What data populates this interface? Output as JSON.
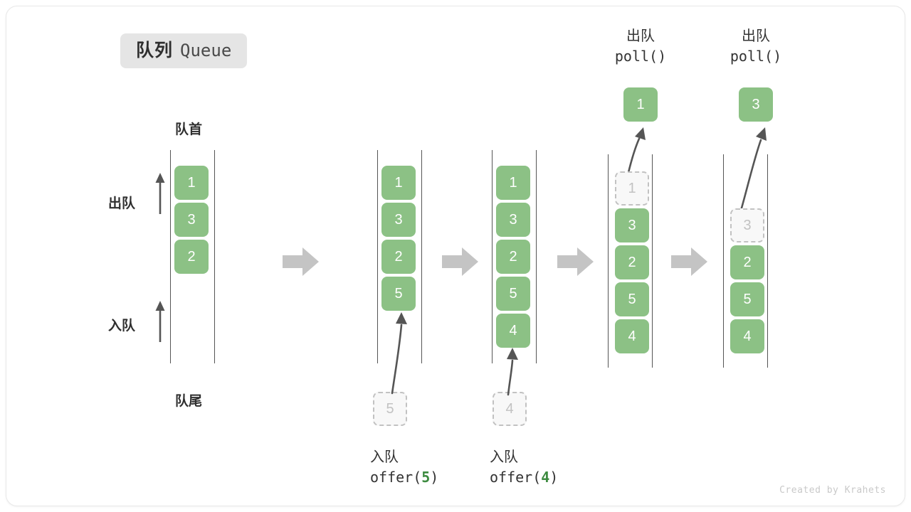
{
  "title": {
    "cn": "队列",
    "en": "Queue"
  },
  "labels": {
    "head": "队首",
    "tail": "队尾",
    "dequeue": "出队",
    "enqueue": "入队"
  },
  "footer": "Created by Krahets",
  "colors": {
    "item_fill": "#8cc185",
    "item_text": "#ffffff",
    "ghost_fill": "#f8f8f8",
    "ghost_border": "#c2c2c2",
    "ghost_text": "#c2c2c2",
    "rail": "#555555",
    "arrow": "#555555",
    "block_arrow": "#c4c4c4",
    "badge_bg": "#e5e5e5",
    "accent_num": "#3d8b40",
    "text": "#333333"
  },
  "panels": [
    {
      "id": "initial",
      "top_caption": null,
      "popped": null,
      "slots": [
        {
          "value": "1",
          "state": "filled"
        },
        {
          "value": "3",
          "state": "filled"
        },
        {
          "value": "2",
          "state": "filled"
        },
        {
          "value": "",
          "state": "empty"
        },
        {
          "value": "",
          "state": "empty"
        }
      ],
      "incoming": null,
      "bottom_caption": null
    },
    {
      "id": "offer-5",
      "top_caption": null,
      "popped": null,
      "slots": [
        {
          "value": "1",
          "state": "filled"
        },
        {
          "value": "3",
          "state": "filled"
        },
        {
          "value": "2",
          "state": "filled"
        },
        {
          "value": "5",
          "state": "filled"
        },
        {
          "value": "",
          "state": "empty"
        }
      ],
      "incoming": {
        "value": "5"
      },
      "bottom_caption": {
        "cn": "入队",
        "op": "offer(",
        "num": "5",
        "close": ")"
      }
    },
    {
      "id": "offer-4",
      "top_caption": null,
      "popped": null,
      "slots": [
        {
          "value": "1",
          "state": "filled"
        },
        {
          "value": "3",
          "state": "filled"
        },
        {
          "value": "2",
          "state": "filled"
        },
        {
          "value": "5",
          "state": "filled"
        },
        {
          "value": "4",
          "state": "filled"
        }
      ],
      "incoming": {
        "value": "4"
      },
      "bottom_caption": {
        "cn": "入队",
        "op": "offer(",
        "num": "4",
        "close": ")"
      }
    },
    {
      "id": "poll-1",
      "top_caption": {
        "cn": "出队",
        "op": "poll()"
      },
      "popped": {
        "value": "1"
      },
      "slots": [
        {
          "value": "1",
          "state": "ghost"
        },
        {
          "value": "3",
          "state": "filled"
        },
        {
          "value": "2",
          "state": "filled"
        },
        {
          "value": "5",
          "state": "filled"
        },
        {
          "value": "4",
          "state": "filled"
        }
      ],
      "incoming": null,
      "bottom_caption": null
    },
    {
      "id": "poll-3",
      "top_caption": {
        "cn": "出队",
        "op": "poll()"
      },
      "popped": {
        "value": "3"
      },
      "slots": [
        {
          "value": "",
          "state": "empty"
        },
        {
          "value": "3",
          "state": "ghost"
        },
        {
          "value": "2",
          "state": "filled"
        },
        {
          "value": "5",
          "state": "filled"
        },
        {
          "value": "4",
          "state": "filled"
        }
      ],
      "incoming": null,
      "bottom_caption": null
    }
  ],
  "transitions": [
    "step-arrow-1",
    "step-arrow-2",
    "step-arrow-3",
    "step-arrow-4"
  ],
  "side_arrows": [
    {
      "name": "dequeue-direction-arrow",
      "label": "出队"
    },
    {
      "name": "enqueue-direction-arrow",
      "label": "入队"
    }
  ]
}
